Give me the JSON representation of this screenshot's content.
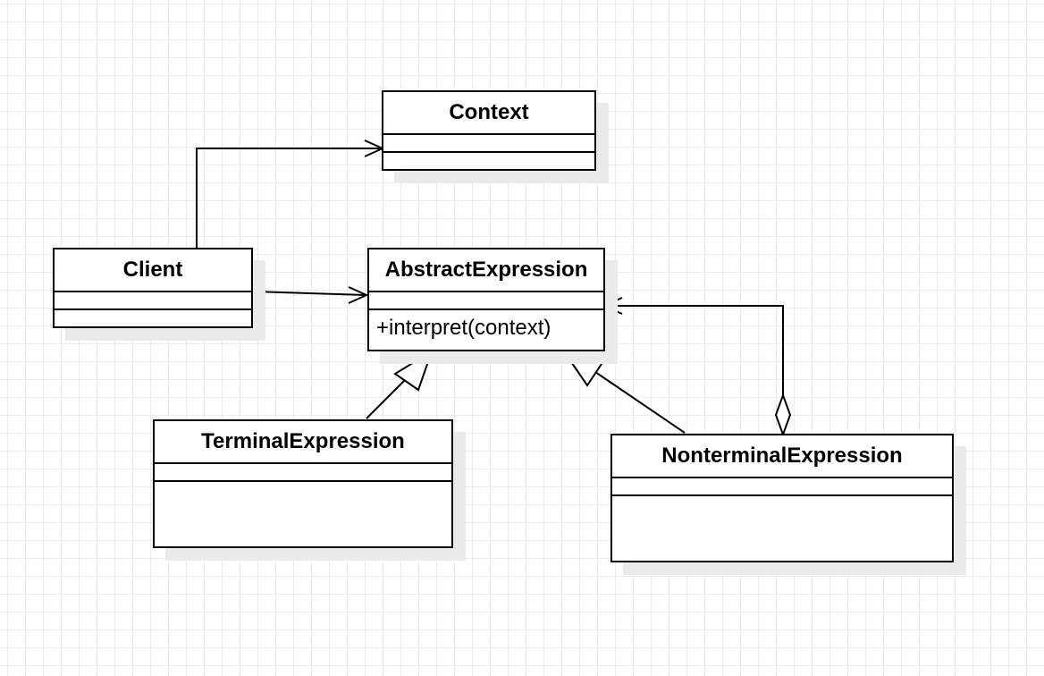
{
  "diagram": {
    "classes": {
      "context": {
        "name": "Context",
        "operations": []
      },
      "client": {
        "name": "Client",
        "operations": []
      },
      "abstract_expression": {
        "name": "AbstractExpression",
        "operations": [
          "+interpret(context)"
        ]
      },
      "terminal_expression": {
        "name": "TerminalExpression",
        "operations": []
      },
      "nonterminal_expression": {
        "name": "NonterminalExpression",
        "operations": []
      }
    },
    "relationships": [
      {
        "from": "Client",
        "to": "Context",
        "kind": "association"
      },
      {
        "from": "Client",
        "to": "AbstractExpression",
        "kind": "association"
      },
      {
        "from": "TerminalExpression",
        "to": "AbstractExpression",
        "kind": "generalization"
      },
      {
        "from": "NonterminalExpression",
        "to": "AbstractExpression",
        "kind": "generalization"
      },
      {
        "from": "NonterminalExpression",
        "to": "AbstractExpression",
        "kind": "aggregation"
      }
    ]
  }
}
